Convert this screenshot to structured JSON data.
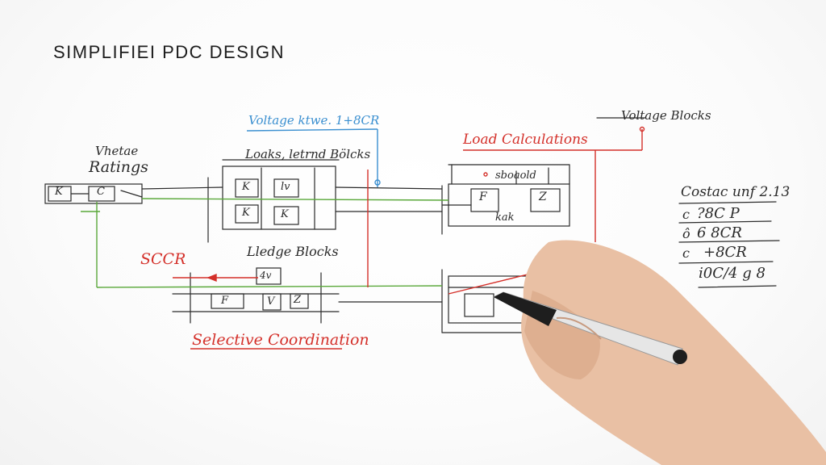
{
  "diagram": {
    "title": "SIMPLIFIEI PDC DESIGN",
    "labels": {
      "voltage_ratings_line1": "Vhetae",
      "voltage_ratings_line2": "Ratings",
      "voltage_kva": "Voltage  ktwe. 1+8CR",
      "loads_blocks": "Loaks, letrnd Bölcks",
      "load_calculations": "Load Calculations",
      "voltage_blocks": "Voltage  Blocks",
      "sboaold": "sboaold",
      "load_small": "kak",
      "sccr": "SCCR",
      "ledge_blocks": "Lledge  Blocks",
      "selective_coordination": "Selective Coordination"
    },
    "side_table": {
      "header": "Costac  unf 2.13",
      "rows": [
        {
          "mark": "c",
          "value": "?8C P"
        },
        {
          "mark": "ô",
          "value": "6  8CR"
        },
        {
          "mark": "c",
          "value": "+8CR"
        },
        {
          "mark": "",
          "value": "i0C/4 g   8"
        }
      ]
    },
    "block_glyphs": {
      "left_a": "K",
      "left_b": "C",
      "mid_1": "K",
      "mid_2": "lv",
      "mid_3": "K",
      "mid_4": "K",
      "right_1": "F",
      "right_2": "Z",
      "low_1": "4v",
      "low_2": "F",
      "low_3": "V",
      "low_4": "Z"
    },
    "colors": {
      "ink": "#2a2a2a",
      "red": "#d4302a",
      "blue": "#3a8fd0",
      "green": "#5aa83a",
      "pen_body": "#e6e6e6",
      "pen_tip": "#1e1e1e",
      "skin": "#e9c0a4"
    }
  }
}
